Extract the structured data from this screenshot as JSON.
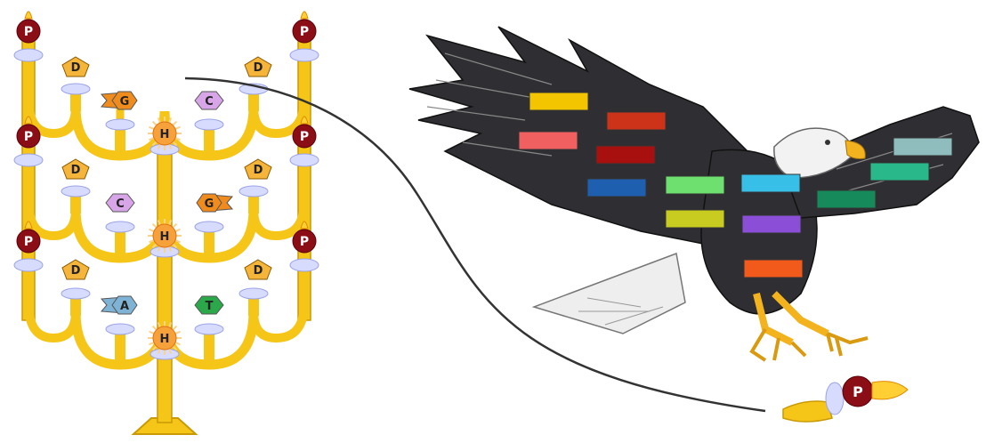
{
  "colors": {
    "gold": "#f5c518",
    "gold_dark": "#c99a06",
    "candle_cap": "#8b0d16",
    "flame": "#ffcf33",
    "cup": "#d7dcff",
    "eagle_body": "#2f2f33",
    "eagle_white": "#f2f2f2",
    "beak": "#f2b31e",
    "curve": "#333333"
  },
  "candle_label": "P",
  "nucleotides": [
    {
      "letter": "D",
      "kind": "pentagon",
      "color": "#f5b43a"
    },
    {
      "letter": "G",
      "kind": "tailed",
      "color": "#f08c1e"
    },
    {
      "letter": "C",
      "kind": "hexagon",
      "color": "#d8a6e8"
    },
    {
      "letter": "H",
      "kind": "sun",
      "color": "#f7a13a"
    },
    {
      "letter": "A",
      "kind": "tailed",
      "color": "#7fb3d5"
    },
    {
      "letter": "T",
      "kind": "hexagon",
      "color": "#2aa84a"
    }
  ],
  "feather_bars": [
    "#f2c500",
    "#cc3318",
    "#f06060",
    "#a81010",
    "#1f5fb0",
    "#6ee070",
    "#38bfe8",
    "#168a5a",
    "#c9cc20",
    "#8a4fd6",
    "#f25a1c",
    "#28b88a",
    "#8fbcbc"
  ],
  "loose_nucleotide": "P"
}
